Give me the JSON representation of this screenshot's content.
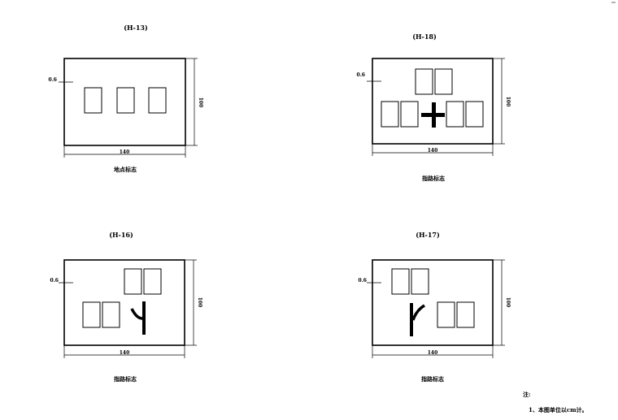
{
  "signs": [
    {
      "code": "(H-13)",
      "width_dim": "140",
      "height_dim": "100",
      "margin_dim": "0.6",
      "caption": "地点标志"
    },
    {
      "code": "(H-18)",
      "width_dim": "140",
      "height_dim": "100",
      "margin_dim": "0.6",
      "caption": "指路标志"
    },
    {
      "code": "(H-16)",
      "width_dim": "140",
      "height_dim": "100",
      "margin_dim": "0.6",
      "caption": "指路标志"
    },
    {
      "code": "(H-17)",
      "width_dim": "140",
      "height_dim": "100",
      "margin_dim": "0.6",
      "caption": "指路标志"
    }
  ],
  "notes": {
    "title": "注:",
    "item1": "1、本图单位以cm计。"
  },
  "colors": {
    "line": "#000000",
    "background": "#ffffff"
  }
}
